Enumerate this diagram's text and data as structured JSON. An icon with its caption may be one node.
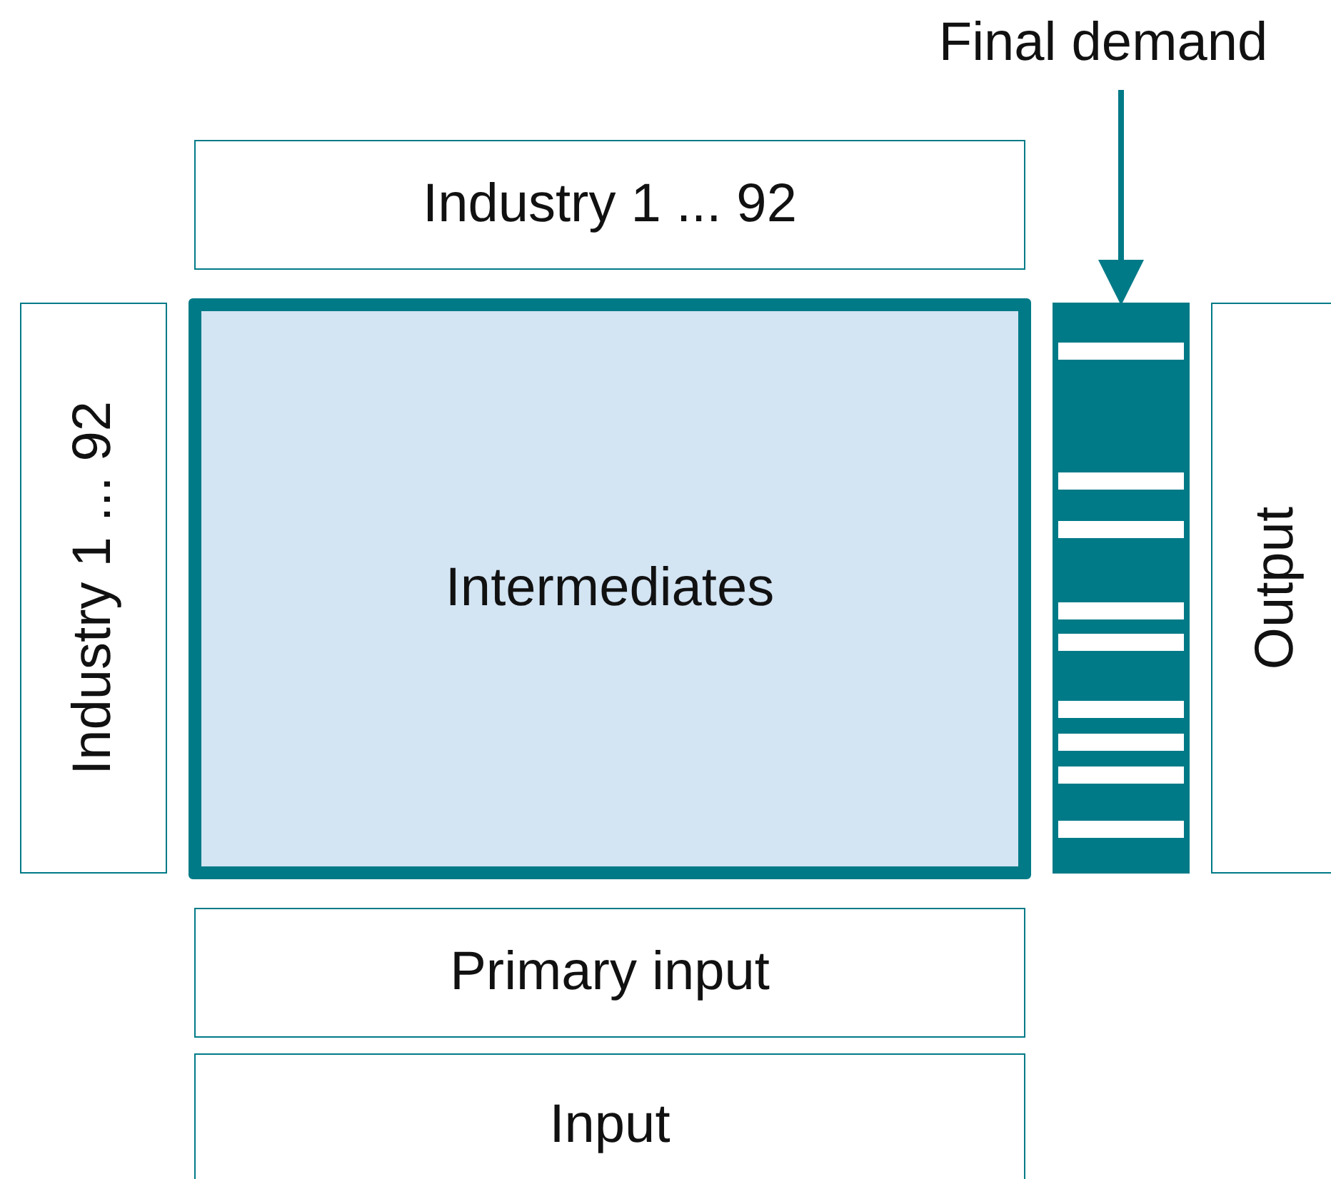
{
  "diagram": {
    "nodes": [
      {
        "text": [
          "Final demand"
        ]
      },
      {
        "text": [
          "Industry 1 ... 92"
        ]
      },
      {
        "text": [
          "Industry 1 ... 92"
        ]
      },
      {
        "text": [
          "Intermediates"
        ]
      },
      {
        "text": [],
        "shape": "bar"
      },
      {
        "text": [
          "Output"
        ]
      },
      {
        "text": [
          "Primary input"
        ]
      },
      {
        "text": [
          "Input"
        ]
      }
    ],
    "edges": [
      {
        "from": 0,
        "to": 4,
        "arrow": "to"
      }
    ]
  }
}
